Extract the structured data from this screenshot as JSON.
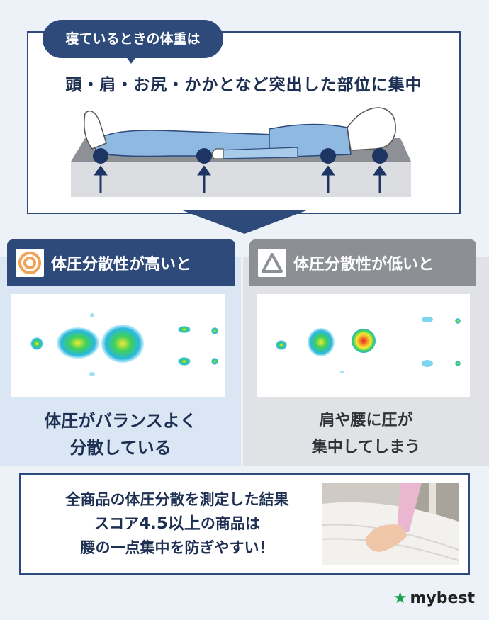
{
  "top": {
    "bubble": "寝ているときの体重は",
    "headline": "頭・肩・お尻・かかとなど突出した部位に集中"
  },
  "left_panel": {
    "tab_label": "体圧分散性が高いと",
    "icon": "double-circle-icon",
    "caption_line1": "体圧がバランスよく",
    "caption_line2": "分散している"
  },
  "right_panel": {
    "tab_label": "体圧分散性が低いと",
    "icon": "triangle-icon",
    "caption_line1": "肩や腰に圧が",
    "caption_line2": "集中してしまう"
  },
  "bottom": {
    "line1": "全商品の体圧分散を測定した結果",
    "line2_prefix": "スコア",
    "line2_highlight": "4.5以上",
    "line2_suffix": "の商品は",
    "line3": "腰の一点集中を防ぎやすい！"
  },
  "logo": {
    "text": "mybest",
    "icon": "star-icon"
  },
  "colors": {
    "navy": "#2d4a7b",
    "gray": "#8c8f94",
    "accent_orange": "#f0a257",
    "brand_green": "#16a34a"
  }
}
